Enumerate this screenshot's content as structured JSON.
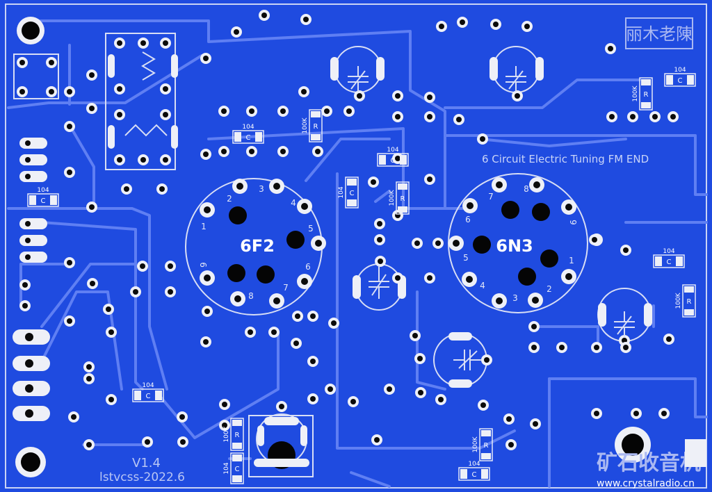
{
  "board": {
    "background_color": "#1f4be0",
    "trace_color": "#5f7ff3",
    "silk_color": "#e4e8f7",
    "pad_color": "#eef0f7",
    "hole_color": "#0b0b0b"
  },
  "branding": {
    "stamp_text": "丽木老陳",
    "version": "V1.4",
    "author_date": "lstvcss-2022.6",
    "site_name": "矿石收音机",
    "site_url": "www.crystalradio.cn"
  },
  "title": "6 Circuit Electric Tuning FM END",
  "tubes": [
    {
      "name": "6F2",
      "pin_labels": [
        "1",
        "2",
        "3",
        "4",
        "5",
        "6",
        "7",
        "8",
        "9"
      ]
    },
    {
      "name": "6N3",
      "pin_labels": [
        "1",
        "2",
        "3",
        "4",
        "5",
        "6",
        "7",
        "8",
        "9"
      ]
    }
  ],
  "components": {
    "capacitor_value": "104",
    "capacitor_mark": "C",
    "resistor_value": "100K",
    "resistor_mark": "R"
  }
}
